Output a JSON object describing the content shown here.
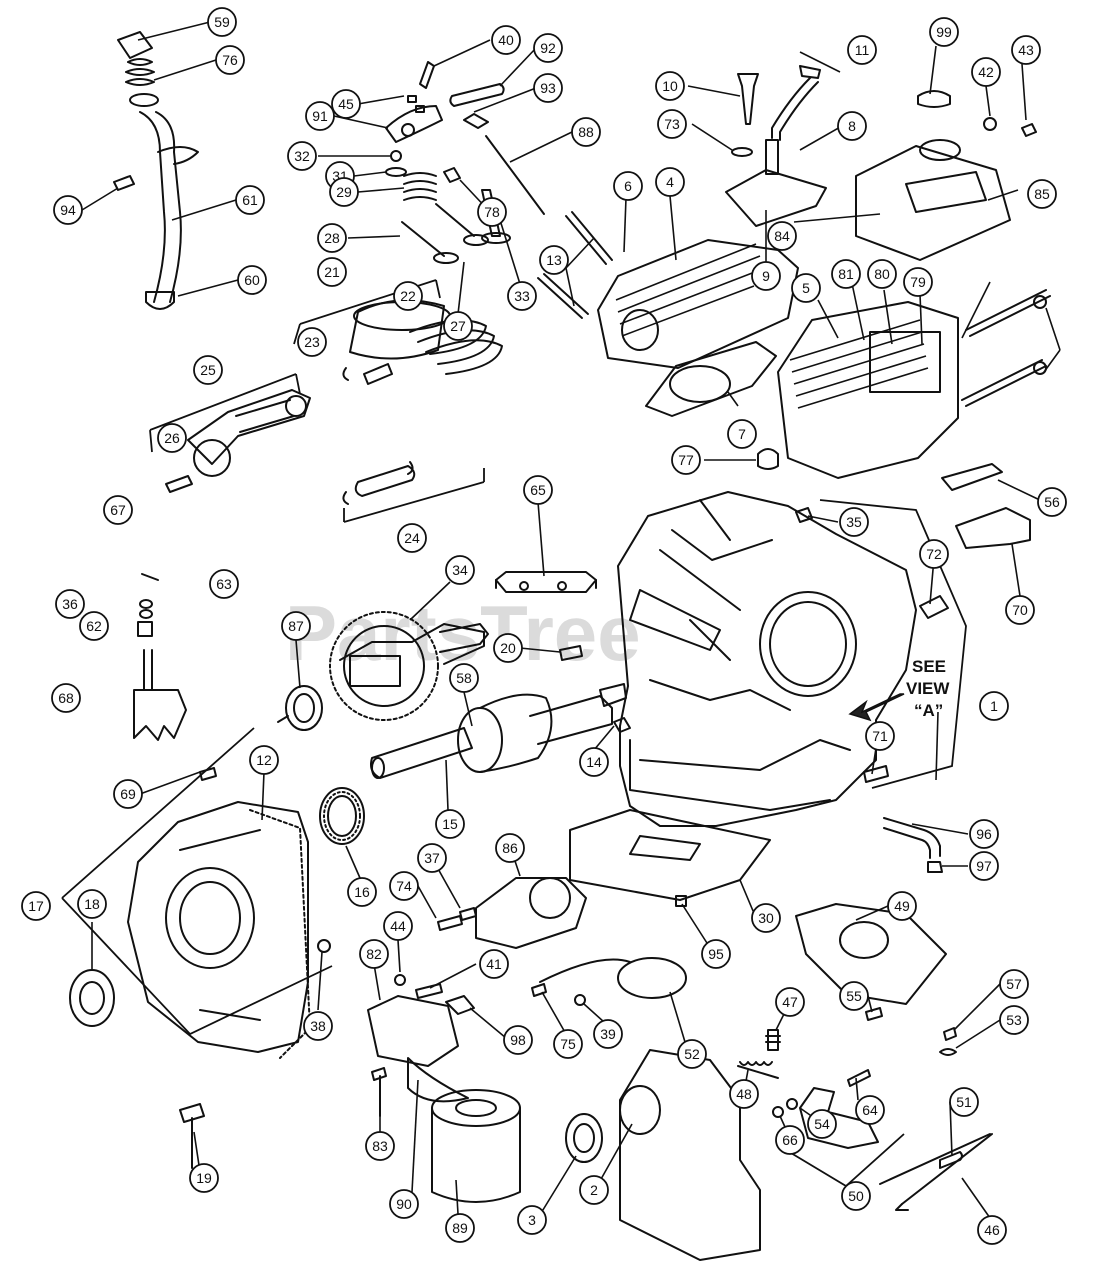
{
  "callouts": [
    "59",
    "76",
    "94",
    "61",
    "60",
    "40",
    "92",
    "45",
    "91",
    "93",
    "32",
    "31",
    "29",
    "28",
    "78",
    "33",
    "27",
    "21",
    "22",
    "23",
    "25",
    "26",
    "24",
    "67",
    "36",
    "63",
    "62",
    "68",
    "88",
    "10",
    "11",
    "73",
    "8",
    "9",
    "99",
    "42",
    "43",
    "85",
    "84",
    "5",
    "4",
    "13",
    "6",
    "81",
    "80",
    "79",
    "7",
    "77",
    "56",
    "65",
    "34",
    "35",
    "72",
    "70",
    "87",
    "20",
    "58",
    "14",
    "1",
    "71",
    "12",
    "69",
    "15",
    "16",
    "96",
    "97",
    "86",
    "37",
    "74",
    "30",
    "95",
    "49",
    "17",
    "18",
    "38",
    "44",
    "41",
    "82",
    "98",
    "75",
    "39",
    "52",
    "47",
    "55",
    "57",
    "53",
    "48",
    "64",
    "66",
    "54",
    "51",
    "83",
    "90",
    "89",
    "3",
    "2",
    "50",
    "46",
    "19"
  ],
  "annotation": {
    "line1": "SEE",
    "line2": "VIEW",
    "line3": "“A”"
  },
  "watermark": "PartsTree",
  "colors": {
    "line": "#111111",
    "background": "#ffffff",
    "watermark": "#cfcfcf"
  },
  "icons": {
    "arrow": "arrow-left-down-icon"
  }
}
